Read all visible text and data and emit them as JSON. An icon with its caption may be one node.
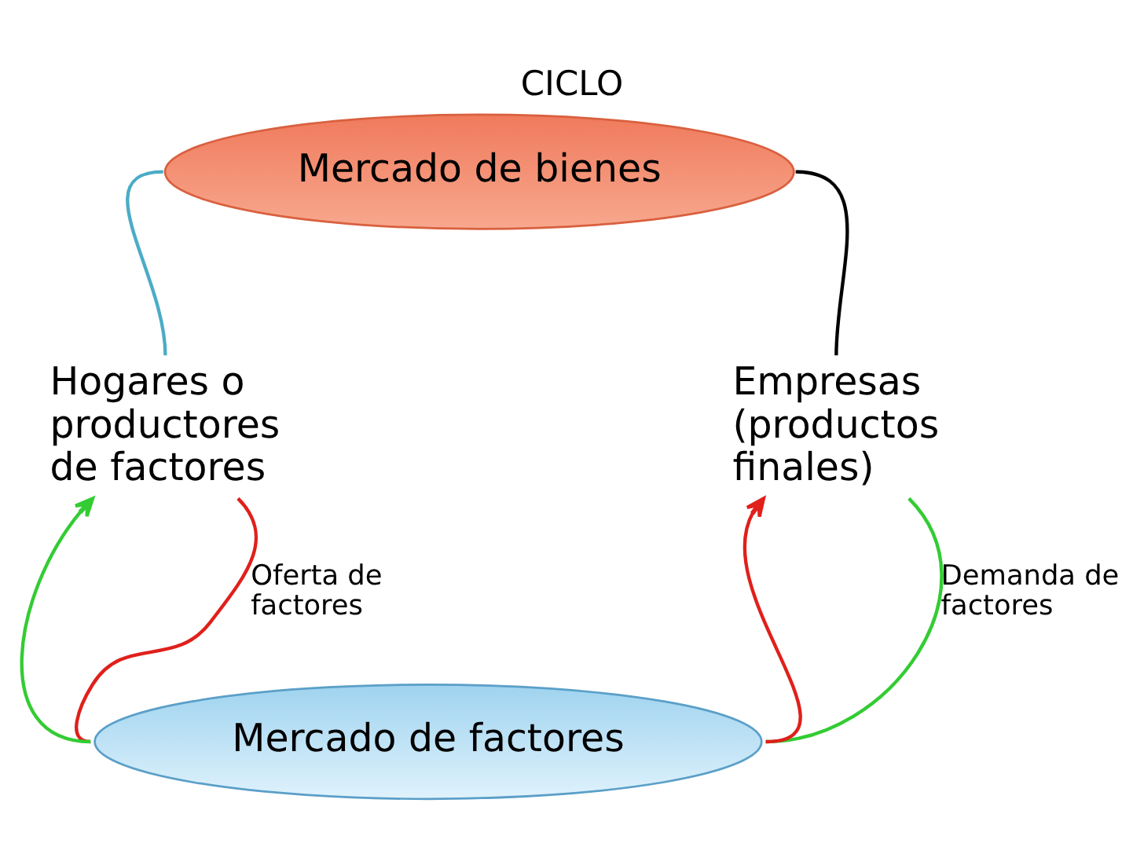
{
  "diagram": {
    "title": "CICLO",
    "nodes": [
      {
        "text": [
          "Hogares o productores de factores"
        ]
      },
      {
        "text": [
          "Mercado de bienes"
        ]
      },
      {
        "text": [
          "Empresas (productos finales)"
        ]
      },
      {
        "text": [
          "Mercado de factores"
        ]
      }
    ],
    "edges": [
      {
        "from": 0,
        "to": 1,
        "arrow": "none",
        "color": "#4bacc6"
      },
      {
        "from": 1,
        "to": 2,
        "arrow": "none",
        "color": "#000000"
      },
      {
        "from": 0,
        "to": 3,
        "arrow": "none",
        "label": "Oferta de factores",
        "color": "#e0201b"
      },
      {
        "from": 3,
        "to": 0,
        "arrow": "to",
        "color": "#33cc33"
      },
      {
        "from": 3,
        "to": 2,
        "arrow": "to",
        "color": "#e0201b"
      },
      {
        "from": 2,
        "to": 3,
        "arrow": "none",
        "label": "Demanda de factores",
        "color": "#33cc33"
      }
    ]
  }
}
